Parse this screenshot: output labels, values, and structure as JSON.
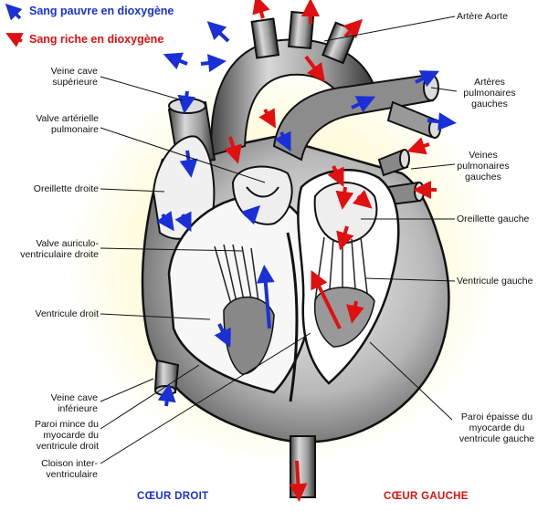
{
  "legend": {
    "blue_label": "Sang pauvre en dioxygène",
    "red_label": "Sang riche en dioxygène",
    "blue_color": "#1a2fd6",
    "red_color": "#e01010"
  },
  "labels": {
    "aorta": "Artère Aorte",
    "vena_cava_sup": "Veine cave supérieure",
    "pulm_valve": "Valve artérielle pulmonaire",
    "right_atrium": "Oreillette droite",
    "av_valve": "Valve auriculo-ventriculaire droite",
    "right_ventricle": "Ventricule droit",
    "vena_cava_inf": "Veine cave inférieure",
    "thin_wall": "Paroi mince du myocarde du ventricule droit",
    "septum": "Cloison inter-ventriculaire",
    "pulm_arteries": "Artères pulmonaires gauches",
    "pulm_veins": "Veines pulmonaires gauches",
    "left_atrium": "Oreillette gauche",
    "left_ventricle": "Ventricule gauche",
    "thick_wall": "Paroi épaisse du myocarde du ventricule gauche"
  },
  "bottom": {
    "right_heart": "CŒUR DROIT",
    "left_heart": "CŒUR GAUCHE",
    "right_color": "#1a2fd6",
    "left_color": "#e01010"
  }
}
